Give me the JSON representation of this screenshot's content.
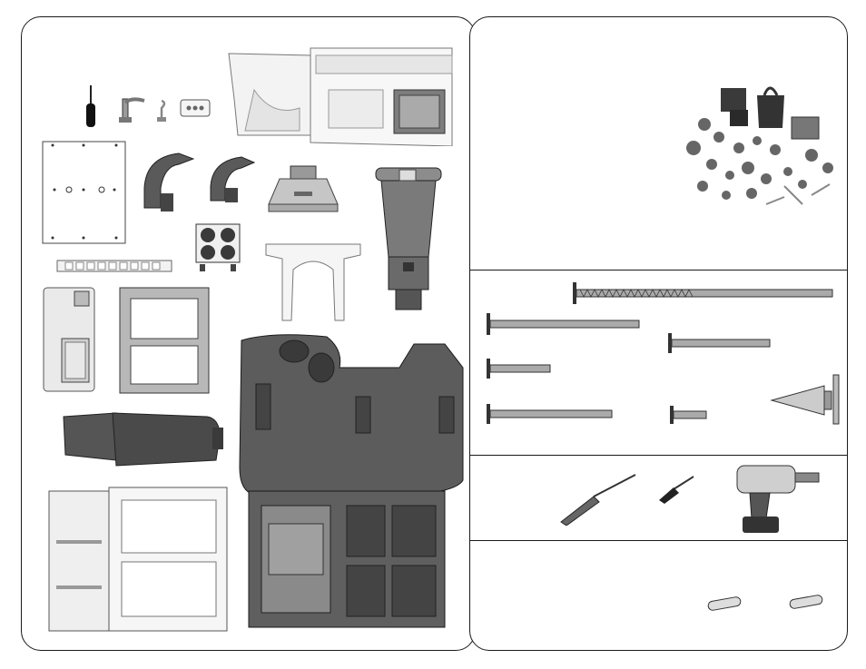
{
  "document": {
    "type": "parts-inventory",
    "sections": [
      "parts",
      "accessories",
      "screws",
      "tools",
      "pins"
    ]
  },
  "colors": {
    "outline": "#1a1a1a",
    "dark_plastic": "#4a4a4a",
    "mid_plastic": "#8a8a8a",
    "light_plastic": "#eeeeee",
    "cream": "#f4f4f0"
  },
  "parts": [
    {
      "name": "screwdriver-small",
      "icon": "screwdriver-icon"
    },
    {
      "name": "faucet",
      "icon": "faucet-icon"
    },
    {
      "name": "hook",
      "icon": "hook-icon"
    },
    {
      "name": "knob-plate",
      "icon": "plate-icon"
    },
    {
      "name": "countertop-sink",
      "icon": "countertop-icon"
    },
    {
      "name": "wall-panel",
      "icon": "panel-icon"
    },
    {
      "name": "corner-bracket-left",
      "icon": "bracket-icon"
    },
    {
      "name": "corner-bracket-right",
      "icon": "bracket-icon"
    },
    {
      "name": "range-hood",
      "icon": "hood-icon"
    },
    {
      "name": "burner-panel",
      "icon": "burner-icon"
    },
    {
      "name": "hanging-rack",
      "icon": "rack-icon"
    },
    {
      "name": "arch-frame",
      "icon": "arch-icon"
    },
    {
      "name": "phone-tower",
      "icon": "tower-icon"
    },
    {
      "name": "fridge-door",
      "icon": "door-icon"
    },
    {
      "name": "window-frame",
      "icon": "frame-icon"
    },
    {
      "name": "counter-base",
      "icon": "counter-icon"
    },
    {
      "name": "bench-seat",
      "icon": "bench-icon"
    },
    {
      "name": "shelf-unit-left",
      "icon": "shelf-icon"
    },
    {
      "name": "oven-cabinet",
      "icon": "cabinet-icon"
    }
  ],
  "accessories": {
    "icon": "play-food-set-icon"
  },
  "screws": {
    "count": 6,
    "icon": "screw-icon",
    "anchor_icon": "anchor-icon"
  },
  "tools": [
    {
      "name": "phillips-screwdriver",
      "icon": "screwdriver-icon"
    },
    {
      "name": "stubby-screwdriver",
      "icon": "stubby-screwdriver-icon"
    },
    {
      "name": "power-drill",
      "icon": "drill-icon"
    }
  ],
  "pins": {
    "count": 2,
    "icon": "pin-icon"
  }
}
